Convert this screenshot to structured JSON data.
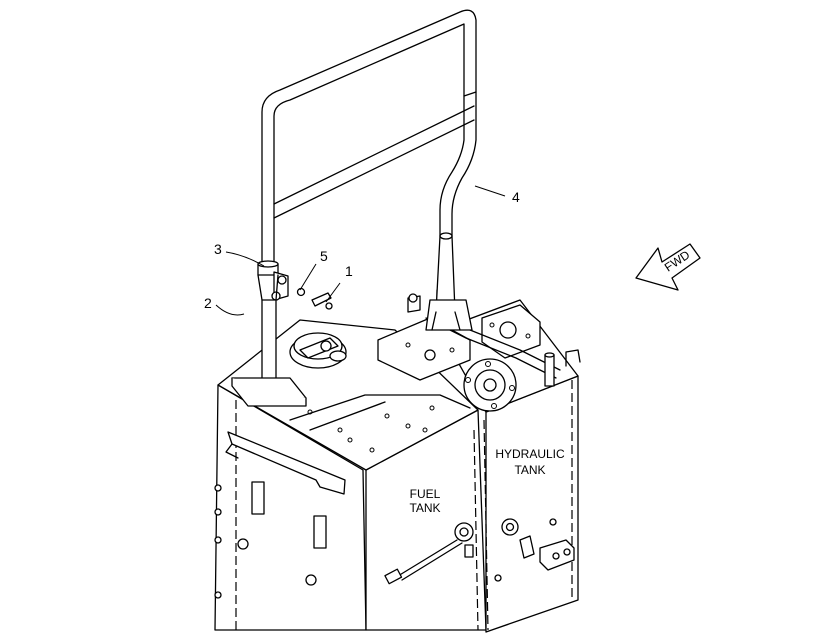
{
  "callouts": {
    "c1": "1",
    "c2": "2",
    "c3": "3",
    "c4": "4",
    "c5": "5"
  },
  "tanks": {
    "fuel_line1": "FUEL",
    "fuel_line2": "TANK",
    "hydraulic_line1": "HYDRAULIC",
    "hydraulic_line2": "TANK"
  },
  "direction": {
    "label": "FWD"
  }
}
